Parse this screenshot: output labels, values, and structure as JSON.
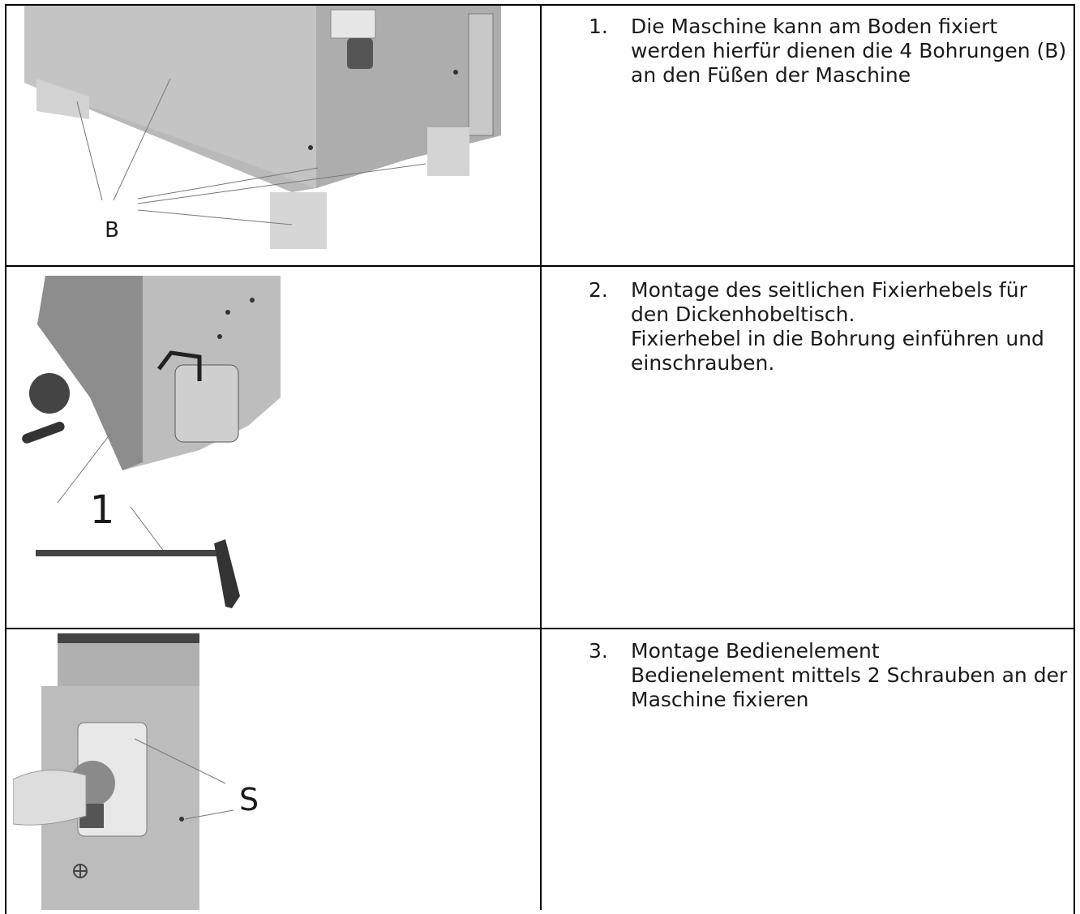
{
  "steps": [
    {
      "number": "1.",
      "text": "Die Maschine kann am Boden fixiert werden hierfür dienen die 4 Bohrungen (B) an den Füßen der Maschine"
    },
    {
      "number": "2.",
      "text": "Montage des seitlichen Fixierhebels für den Dickenhobeltisch.\nFixierhebel in die Bohrung einführen und einschrauben."
    },
    {
      "number": "3.",
      "text": "Montage Bedienelement\nBedienelement mittels 2 Schrauben an der Maschine fixieren"
    }
  ],
  "figures": [
    {
      "callout": "B",
      "icon": "machine-feet-photo"
    },
    {
      "callout": "1",
      "icon": "fixing-lever-photo"
    },
    {
      "callout": "S",
      "icon": "control-element-photo"
    }
  ]
}
